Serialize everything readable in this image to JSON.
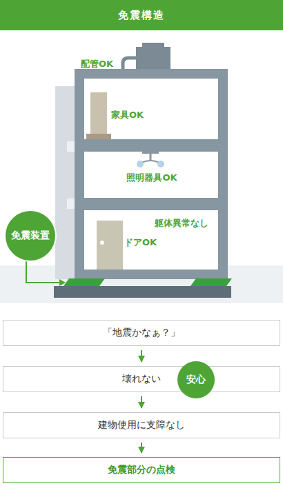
{
  "diagram": {
    "title": "免震構造",
    "nodes": [
      {
        "text": [
          "免震装置"
        ]
      },
      {
        "text": [
          "「地震かなぁ？」"
        ]
      },
      {
        "text": [
          "壊れない"
        ]
      },
      {
        "text": [
          "安心"
        ],
        "in": 2
      },
      {
        "text": [
          "建物使用に支障なし"
        ]
      },
      {
        "text": [
          "免震部分の点検"
        ]
      }
    ],
    "edges": [
      {
        "from": 1,
        "to": 2,
        "arrow": "to"
      },
      {
        "from": 2,
        "to": 4,
        "arrow": "to"
      },
      {
        "from": 4,
        "to": 5,
        "arrow": "to"
      }
    ],
    "labels": [
      "配管OK",
      "家具OK",
      "照明器具OK",
      "躯体異常なし",
      "ドアOK"
    ]
  }
}
